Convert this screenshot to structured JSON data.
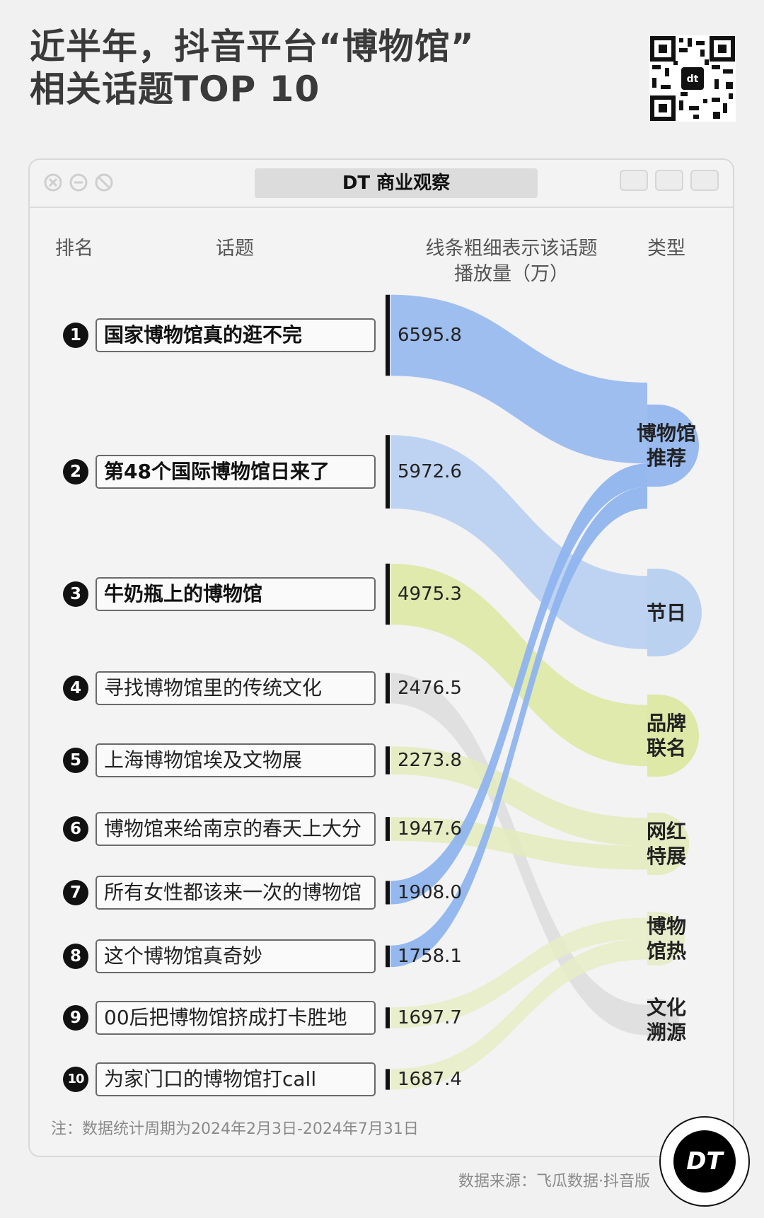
{
  "header": {
    "title_line1": "近半年，抖音平台“博物馆”",
    "title_line2": "相关话题TOP 10"
  },
  "window": {
    "brand": "DT 商业观察"
  },
  "columns": {
    "rank": "排名",
    "topic": "话题",
    "volume_line1": "线条粗细表示该话题",
    "volume_line2": "播放量（万）",
    "type": "类型"
  },
  "chart_data": {
    "type": "sankey",
    "unit": "万",
    "rows": [
      {
        "rank": "1",
        "topic": "国家博物馆真的逛不完",
        "value": "6595.8",
        "v": 6595.8,
        "category": "博物馆推荐"
      },
      {
        "rank": "2",
        "topic": "第48个国际博物馆日来了",
        "value": "5972.6",
        "v": 5972.6,
        "category": "节日"
      },
      {
        "rank": "3",
        "topic": "牛奶瓶上的博物馆",
        "value": "4975.3",
        "v": 4975.3,
        "category": "品牌联名"
      },
      {
        "rank": "4",
        "topic": "寻找博物馆里的传统文化",
        "value": "2476.5",
        "v": 2476.5,
        "category": "文化溯源"
      },
      {
        "rank": "5",
        "topic": "上海博物馆埃及文物展",
        "value": "2273.8",
        "v": 2273.8,
        "category": "网红特展"
      },
      {
        "rank": "6",
        "topic": "博物馆来给南京的春天上大分",
        "value": "1947.6",
        "v": 1947.6,
        "category": "网红特展"
      },
      {
        "rank": "7",
        "topic": "所有女性都该来一次的博物馆",
        "value": "1908.0",
        "v": 1908.0,
        "category": "博物馆推荐"
      },
      {
        "rank": "8",
        "topic": "这个博物馆真奇妙",
        "value": "1758.1",
        "v": 1758.1,
        "category": "博物馆推荐"
      },
      {
        "rank": "9",
        "topic": "00后把博物馆挤成打卡胜地",
        "value": "1697.7",
        "v": 1697.7,
        "category": "博物馆热"
      },
      {
        "rank": "10",
        "topic": "为家门口的博物馆打call",
        "value": "1687.4",
        "v": 1687.4,
        "category": "博物馆热"
      }
    ],
    "categories": [
      {
        "line1": "博物馆",
        "line2": "推荐",
        "color": "#8fb4ee"
      },
      {
        "line1": "节日",
        "line2": "",
        "color": "#b4cdf0"
      },
      {
        "line1": "品牌",
        "line2": "联名",
        "color": "#dbe79f"
      },
      {
        "line1": "网红",
        "line2": "特展",
        "color": "#e3ebbb"
      },
      {
        "line1": "博物",
        "line2": "馆热",
        "color": "#e6ecc6"
      },
      {
        "line1": "文化",
        "line2": "溯源",
        "color": "#dcdcdc"
      }
    ]
  },
  "footer": {
    "note": "注：数据统计周期为2024年2月3日-2024年7月31日",
    "source": "数据来源：飞瓜数据·抖音版",
    "logo": "DT"
  }
}
